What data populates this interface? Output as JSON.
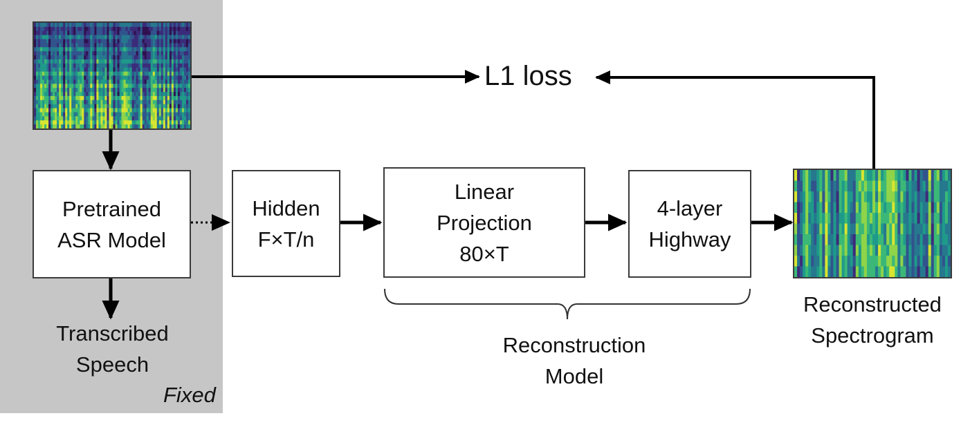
{
  "fixed_panel": {
    "label": "Fixed"
  },
  "loss": {
    "label": "L1 loss"
  },
  "boxes": {
    "asr": {
      "line1": "Pretrained",
      "line2": "ASR Model"
    },
    "hidden": {
      "line1": "Hidden",
      "line2": "F×T/n"
    },
    "linear": {
      "line1": "Linear",
      "line2": "Projection",
      "line3": "80×T"
    },
    "highway": {
      "line1": "4-layer",
      "line2": "Highway"
    }
  },
  "labels": {
    "transcribed": {
      "line1": "Transcribed",
      "line2": "Speech"
    },
    "reconstruction_model": {
      "line1": "Reconstruction",
      "line2": "Model"
    },
    "reconstructed_spectrogram": {
      "line1": "Reconstructed",
      "line2": "Spectrogram"
    }
  },
  "colors": {
    "fixed_panel_bg": "#c6c6c6",
    "arrow": "#000000",
    "spectrogram_low": "#30104f",
    "spectrogram_mid": "#22858c",
    "spectrogram_high": "#d8e531"
  }
}
